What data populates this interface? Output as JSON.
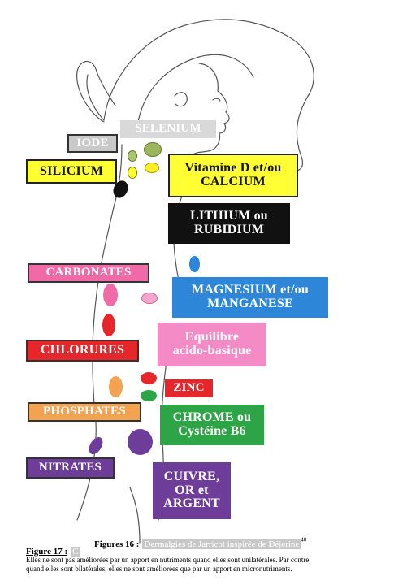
{
  "labels": {
    "selenium": "SELENIUM",
    "iode": "IODE",
    "silicium": "SILICIUM",
    "vitamine_d": "Vitamine D et/ou\nCALCIUM",
    "lithium": "LITHIUM ou\nRUBIDIUM",
    "carbonates": "CARBONATES",
    "magnesium": "MAGNESIUM et/ou\nMANGANESE",
    "equilibre": "Equilibre\nacido-basique",
    "chlorures": "CHLORURES",
    "zinc": "ZINC",
    "phosphates": "PHOSPHATES",
    "chrome": "CHROME ou\nCystéine B6",
    "nitrates": "NITRATES",
    "cuivre": "CUIVRE,\nOR et\nARGENT"
  },
  "colors": {
    "selenium": "#d9d9d9",
    "iode": "#c9c9c9",
    "silicium": "#ffff33",
    "vitamine_d": "#ffff33",
    "lithium": "#111111",
    "carbonates": "#f06aa8",
    "magnesium": "#2e86d9",
    "equilibre": "#f48bc6",
    "chlorures": "#e5262a",
    "zinc": "#e5262a",
    "phosphates": "#f3a24f",
    "chrome": "#2da546",
    "nitrates": "#6e3d9a",
    "cuivre": "#6e3d9a"
  },
  "caption": {
    "figure17_label": "Figure 17 :",
    "figure17_mark": "C",
    "figure16_label": "Figures 16 :",
    "figure16_text": "Dermalgies de Jarricot inspirée de Déjerine",
    "superscript": "40",
    "note_line1": "Elles ne sont pas améliorées par un apport en nutriments quand elles sont unilatérales. Par contre,",
    "note_line2": "quand elles sont bilatérales, elles ne sont améliorées que par un apport en micronutriments."
  }
}
